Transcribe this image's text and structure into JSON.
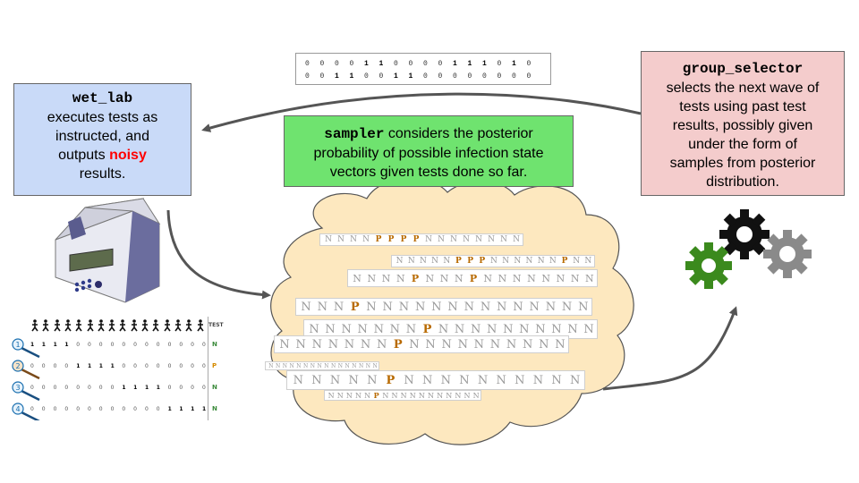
{
  "wet_lab": {
    "name": "wet_lab",
    "line1": "executes tests as",
    "line2": "instructed, and",
    "line3_pre": "outputs ",
    "noisy": "noisy",
    "line4": "results."
  },
  "sampler": {
    "name": "sampler",
    "text1": " considers the posterior",
    "text2": "probability of possible infection state",
    "text3": "vectors given tests done so far."
  },
  "group_selector": {
    "name": "group_selector",
    "lines": [
      "selects the next wave of",
      "tests using past test",
      "results, possibly given",
      "under the form of",
      "samples from posterior",
      "distribution."
    ]
  },
  "test_bits": {
    "row1": [
      "0",
      "0",
      "0",
      "0",
      "1",
      "1",
      "0",
      "0",
      "0",
      "0",
      "1",
      "1",
      "1",
      "0",
      "1",
      "0"
    ],
    "row2": [
      "0",
      "0",
      "1",
      "1",
      "0",
      "0",
      "1",
      "1",
      "0",
      "0",
      "0",
      "0",
      "0",
      "0",
      "0",
      "0"
    ]
  },
  "samples": [
    "NNNNPPPPNNNNNNNN",
    "NNNNNPPPNNNNNNPNN",
    "NNNNPNNNPNNNNNNNN",
    "NNNPNNNNNNNNNNNNNN",
    "NNNNNNNPNNNNNNNNNN",
    "NNNNNNNPNNNNNNNNNN",
    "NNNNNNNNNNNNNNNN",
    "NNNNNPNNNNNNNNNN",
    "NNNNNPNNNNNNNNNNN"
  ],
  "test_table": {
    "header": "TEST",
    "rows": [
      {
        "num": "1",
        "bits": [
          "1",
          "1",
          "1",
          "1",
          "0",
          "0",
          "0",
          "0",
          "0",
          "0",
          "0",
          "0",
          "0",
          "0",
          "0",
          "0"
        ],
        "result": "N"
      },
      {
        "num": "2",
        "bits": [
          "0",
          "0",
          "0",
          "0",
          "1",
          "1",
          "1",
          "1",
          "0",
          "0",
          "0",
          "0",
          "0",
          "0",
          "0",
          "0"
        ],
        "result": "P"
      },
      {
        "num": "3",
        "bits": [
          "0",
          "0",
          "0",
          "0",
          "0",
          "0",
          "0",
          "0",
          "1",
          "1",
          "1",
          "1",
          "0",
          "0",
          "0",
          "0"
        ],
        "result": "N"
      },
      {
        "num": "4",
        "bits": [
          "0",
          "0",
          "0",
          "0",
          "0",
          "0",
          "0",
          "0",
          "0",
          "0",
          "0",
          "0",
          "1",
          "1",
          "1",
          "1"
        ],
        "result": "N"
      }
    ]
  },
  "colors": {
    "wet_lab_bg": "#c9daf8",
    "sampler_bg": "#6fe36f",
    "group_selector_bg": "#f4cccc",
    "cloud": "#fde8bf",
    "positive": "#b86a00",
    "gear_black": "#111111",
    "gear_gray": "#8a8a8a",
    "gear_green": "#3b8a1d",
    "arrow": "#555555"
  }
}
